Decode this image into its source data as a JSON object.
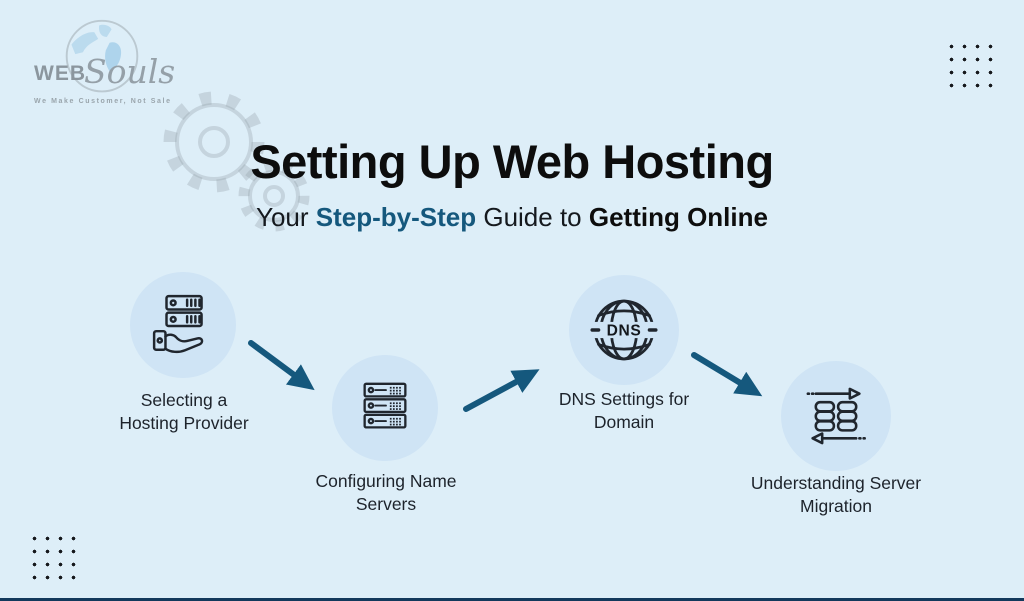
{
  "logo": {
    "word_web": "WEB",
    "word_souls": "Souls",
    "tagline": "We Make Customer, Not Sale"
  },
  "header": {
    "title": "Setting Up Web Hosting",
    "subtitle": {
      "prefix": "Your ",
      "highlight": "Step-by-Step",
      "middle": " Guide to ",
      "bold": "Getting Online"
    }
  },
  "steps": [
    {
      "icon": "hosting-provider-icon",
      "label_line1": "Selecting a",
      "label_line2": "Hosting Provider"
    },
    {
      "icon": "name-servers-icon",
      "label_line1": "Configuring Name",
      "label_line2": "Servers"
    },
    {
      "icon": "dns-globe-icon",
      "icon_text": "DNS",
      "label_line1": "DNS Settings for",
      "label_line2": "Domain"
    },
    {
      "icon": "server-migration-icon",
      "label_line1": "Understanding Server",
      "label_line2": "Migration"
    }
  ],
  "colors": {
    "background": "#ddeef8",
    "step_circle_fill": "#cfe4f5",
    "arrow": "#15587d",
    "subtitle_highlight": "#15587d",
    "title_text": "#0d0d0d",
    "label_text": "#1d232b",
    "footer_bar": "#12395c"
  }
}
